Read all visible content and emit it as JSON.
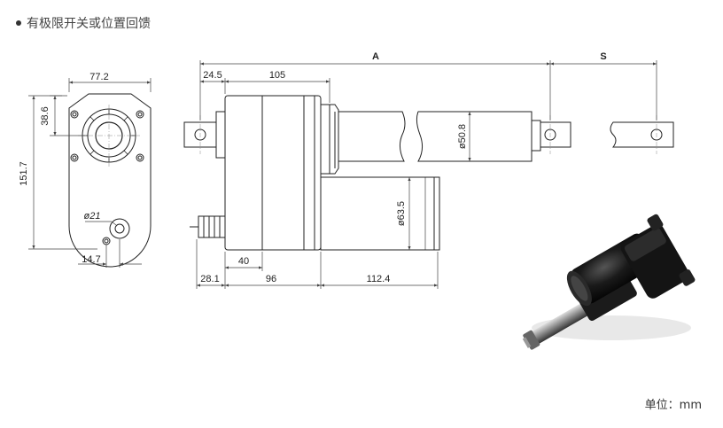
{
  "heading": "有极限开关或位置回馈",
  "unit_label": "单位：mm",
  "colors": {
    "line": "#222222",
    "dim": "#444444",
    "body": "#111111"
  },
  "dimensions": {
    "stroke_A": "A",
    "stroke_S": "S",
    "d_24_5": "24.5",
    "d_105": "105",
    "d_77_2": "77.2",
    "d_38_6": "38.6",
    "d_151_7": "151.7",
    "d_14_7": "14.7",
    "d_phi21": "ø21",
    "d_phi50_8": "ø50.8",
    "d_phi63_5": "ø63.5",
    "d_40": "40",
    "d_28_1": "28.1",
    "d_96": "96",
    "d_112_4": "112.4"
  }
}
